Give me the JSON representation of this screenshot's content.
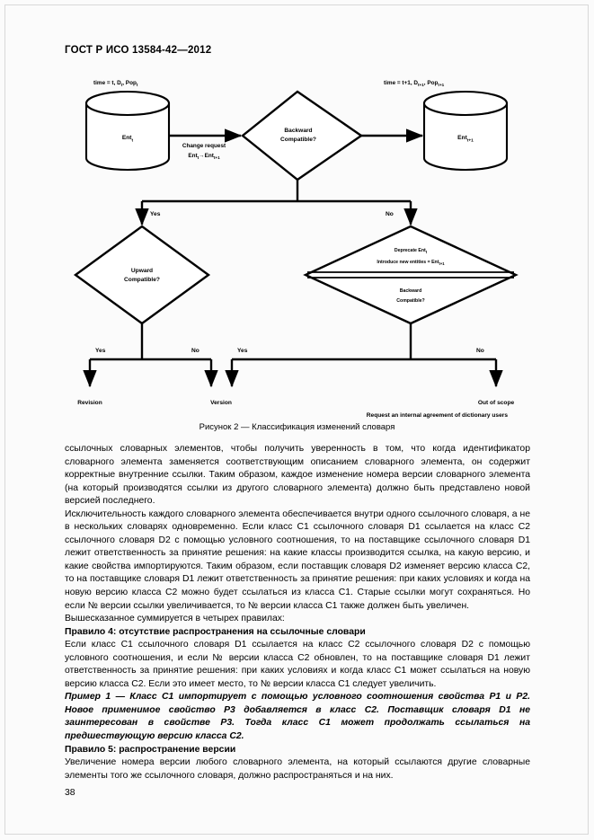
{
  "header": {
    "standard_title": "ГОСТ Р ИСО 13584-42—2012"
  },
  "figure": {
    "caption": "Рисунок 2 — Классификация изменений словаря",
    "nodes": {
      "left_time_label": "time = t, D",
      "left_time_sub1": "t",
      "left_time_mid": ", Pop",
      "left_time_sub2": "t",
      "left_cylinder": "Ent",
      "left_cylinder_sub": "t",
      "right_time_label": "time = t+1, D",
      "right_time_sub1": "t+1",
      "right_time_mid": ", Pop",
      "right_time_sub2": "t+1",
      "right_cylinder": "Ent",
      "right_cylinder_sub": "t+1",
      "change_request_line1": "Change request",
      "change_request_line2a": "Ent",
      "change_request_sub_a": "t",
      "change_request_arrow": "→Ent",
      "change_request_sub_b": "t+1",
      "decision_backward_1a": "Backward",
      "decision_backward_1b": "Compatible?",
      "decision_upward_a": "Upward",
      "decision_upward_b": "Compatible?",
      "hex_top_line1a": "Deprecate Ent",
      "hex_top_line1_sub": "t",
      "hex_top_line2a": "Introduce new entities = Ent",
      "hex_top_line2_sub": "t+1",
      "hex_bottom_a": "Backward",
      "hex_bottom_b": "Compatible?"
    },
    "branch_labels": {
      "yes_main": "Yes",
      "no_main": "No",
      "yes_left": "Yes",
      "no_left": "No",
      "yes_right": "Yes",
      "no_right": "No"
    },
    "terminals": {
      "revision": "Revision",
      "version": "Version",
      "out_of_scope": "Out of scope",
      "request_note": "Request an internal agreement of dictionary users"
    }
  },
  "body": {
    "paragraphs": [
      {
        "style": "plain",
        "text": "ссылочных словарных элементов, чтобы получить уверенность в том, что когда идентификатор словарного элемента заменяется соответствующим описанием словарного элемента, он содержит корректные внутренние ссылки. Таким образом, каждое изменение номера версии словарного элемента (на который производятся ссылки из другого словарного элемента) должно быть представлено новой версией последнего."
      },
      {
        "style": "indent",
        "text": "Исключительность каждого словарного элемента обеспечивается внутри одного ссылочного словаря, а не в нескольких словарях одновременно. Если класс C1 ссылочного словаря D1 ссылается на класс C2 ссылочного словаря D2 с помощью условного соотношения, то на поставщике ссылочного словаря D1 лежит ответственность за принятие решения: на какие классы производится ссылка, на какую версию, и какие свойства импортируются. Таким образом, если поставщик словаря D2 изменяет версию класса C2, то на поставщике словаря D1 лежит ответственность за принятие решения: при каких условиях и когда на новую версию класса C2 можно будет ссылаться из класса C1. Старые ссылки могут сохраняться. Но если № версии ссылки увеличивается, то № версии класса C1 также должен быть увеличен."
      },
      {
        "style": "indent",
        "text": "Вышесказанное суммируется в четырех правилах:"
      },
      {
        "style": "bold",
        "text": "Правило 4: отсутствие распространения на ссылочные словари"
      },
      {
        "style": "indent",
        "text": "Если класс C1 ссылочного словаря D1 ссылается на класс C2 ссылочного словаря D2 с помощью условного соотношения, и если № версии класса C2 обновлен, то на поставщике словаря D1 лежит ответственность за принятие решения: при каких условиях и когда класс C1 может ссылаться на новую версию класса C2. Если это имеет место, то № версии класса C1 следует увеличить."
      },
      {
        "style": "italic",
        "text": "Пример 1 — Класс C1 импортирует с помощью условного соотношения свойства P1 и P2. Новое применимое свойство P3 добавляется в класс C2. Поставщик словаря D1 не заинтересован в свойстве P3. Тогда класс C1 может продолжать ссылаться на предшествующую версию класса C2."
      },
      {
        "style": "bold",
        "text": "Правило 5: распространение версии"
      },
      {
        "style": "indent",
        "text": "Увеличение номера версии любого словарного элемента, на который ссылаются другие словарные элементы того же ссылочного словаря, должно распространяться и на них."
      }
    ]
  },
  "footer": {
    "page_number": "38"
  }
}
